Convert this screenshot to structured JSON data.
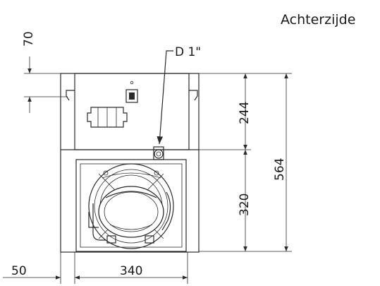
{
  "view_label": "Achterzijde",
  "callout": {
    "connection": "D 1\""
  },
  "dimensions": {
    "top_offset": "70",
    "upper_height": "244",
    "lower_height": "320",
    "total_height": "564",
    "left_offset": "50",
    "width": "340"
  }
}
